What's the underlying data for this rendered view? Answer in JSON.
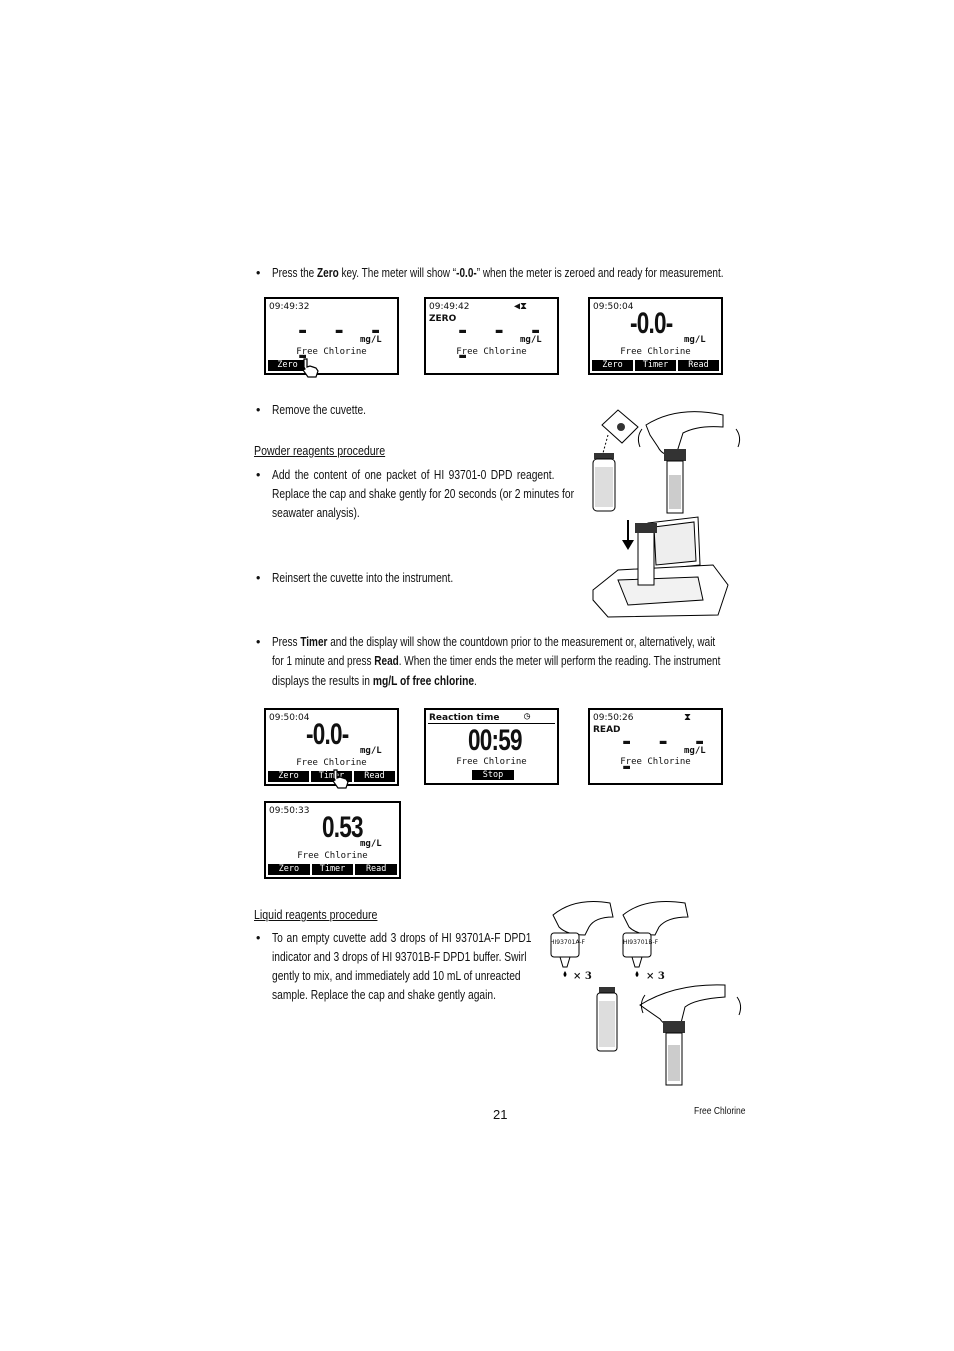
{
  "intro": {
    "pre": "Press the ",
    "zero_key": "Zero",
    "mid": " key. The meter will show “",
    "display": "-0.0-",
    "post": "” when the meter is zeroed and ready for measurement."
  },
  "screens_zero": [
    {
      "time": "09:49:32",
      "status": "",
      "value": "- - - -",
      "unit": "mg/L",
      "param": "Free Chlorine",
      "keys": [
        "Zero"
      ]
    },
    {
      "time": "09:49:42",
      "status": "ZERO",
      "value": "- - - -",
      "unit": "mg/L",
      "param": "Free Chlorine",
      "keys": []
    },
    {
      "time": "09:50:04",
      "status": "",
      "value": "-0.0-",
      "unit": "mg/L",
      "param": "Free Chlorine",
      "keys": [
        "Zero",
        "Timer",
        "Read"
      ]
    }
  ],
  "remove": "Remove the cuvette.",
  "powder": {
    "heading": "Powder reagents procedure",
    "step1_lines": [
      "Add the content of one packet of HI 93701-0 DPD reagent.",
      "Replace the cap and shake gently for 20 seconds (or 2 minutes for",
      "seawater analysis)."
    ],
    "step2": "Reinsert the cuvette into the instrument."
  },
  "timer_text": {
    "line1_pre": "Press ",
    "timer": "Timer",
    "line1_post": " and the display will show the countdown prior to the measurement or, alternatively, wait",
    "line2_pre": "for 1 minute and press ",
    "read": "Read",
    "line2_post": ". When the timer ends the meter will perform the reading. The instrument",
    "line3_pre": "displays the results in ",
    "result": "mg/L of free chlorine",
    "line3_post": "."
  },
  "screens_timer": [
    {
      "time": "09:50:04",
      "value": "-0.0-",
      "unit": "mg/L",
      "param": "Free Chlorine",
      "keys": [
        "Zero",
        "Timer",
        "Read"
      ]
    },
    {
      "title": "Reaction time",
      "value": "00:59",
      "param": "Free Chlorine",
      "keys": [
        "Stop"
      ]
    },
    {
      "time": "09:50:26",
      "status": "READ",
      "value": "- - - -",
      "unit": "mg/L",
      "param": "Free Chlorine"
    },
    {
      "time": "09:50:33",
      "value": "0.53",
      "unit": "mg/L",
      "param": "Free Chlorine",
      "keys": [
        "Zero",
        "Timer",
        "Read"
      ]
    }
  ],
  "liquid": {
    "heading": "Liquid reagents procedure",
    "lines": [
      "To an empty cuvette add 3 drops of HI 93701A-F DPD1",
      "indicator and 3 drops of HI 93701B-F DPD1 buffer. Swirl",
      "gently to mix, and immediately add 10 mL of unreacted",
      "sample. Replace the cap and shake gently again."
    ],
    "bottle_a": "HI93701A-F",
    "bottle_b": "HI93701B-F",
    "drops": "× 3"
  },
  "page_number": "21",
  "footer": "Free Chlorine"
}
